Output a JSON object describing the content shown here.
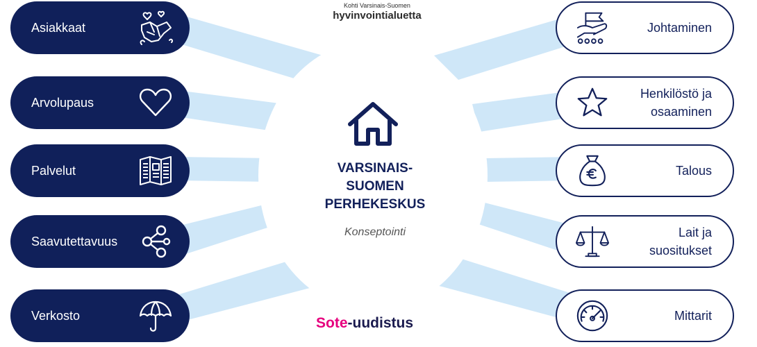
{
  "logo_top": {
    "line1": "Kohti Varsinais-Suomen",
    "line2": "hyvinvointialuetta"
  },
  "center": {
    "title_lines": [
      "VARSINAIS-",
      "SUOMEN",
      "PERHEKESKUS"
    ],
    "subtitle": "Konseptointi"
  },
  "left_items": [
    {
      "label": "Asiakkaat",
      "icon": "hands-together-icon"
    },
    {
      "label": "Arvolupaus",
      "icon": "heart-icon"
    },
    {
      "label": "Palvelut",
      "icon": "brochure-icon"
    },
    {
      "label": "Saavutettavuus",
      "icon": "network-share-icon"
    },
    {
      "label": "Verkosto",
      "icon": "umbrella-icon"
    }
  ],
  "right_items": [
    {
      "label_lines": [
        "Johtaminen"
      ],
      "icon": "leadership-icon"
    },
    {
      "label_lines": [
        "Henkilöstö ja",
        "osaaminen"
      ],
      "icon": "star-icon"
    },
    {
      "label_lines": [
        "Talous"
      ],
      "icon": "money-bag-euro-icon"
    },
    {
      "label_lines": [
        "Lait ja",
        "suositukset"
      ],
      "icon": "scales-icon"
    },
    {
      "label_lines": [
        "Mittarit"
      ],
      "icon": "gauge-icon"
    }
  ],
  "logo_bottom": {
    "part_a": "Sote",
    "part_b": "-uudistus"
  },
  "colors": {
    "navy": "#10205a",
    "ray": "#cfe7f8",
    "accent_pink": "#e6007e"
  }
}
